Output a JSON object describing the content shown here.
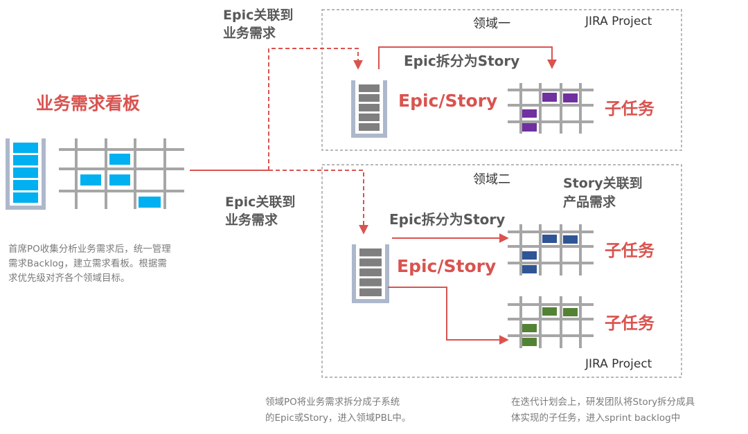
{
  "colors": {
    "accent_red": "#d9534f",
    "dark_text": "#595959",
    "grid_gray": "#a6a6a6",
    "bucket_frame": "#aeb8cb",
    "bucket_bar_gray": "#7f7f7f",
    "card_blue_light": "#00b0f0",
    "card_purple": "#7030a0",
    "card_blue_dark": "#2f5597",
    "card_green": "#548235",
    "box_border": "#8c8c8c"
  },
  "left_board": {
    "title": "业务需求看板",
    "description": "首席PO收集分析业务需求后，统一管理需求Backlog，建立需求看板。根据需求优先级对齐各个领域目标。",
    "icons": [
      "backlog-bucket-icon",
      "kanban-board-icon"
    ]
  },
  "connectors": {
    "top_link_label_line1": "Epic关联到",
    "top_link_label_line2": "业务需求",
    "bottom_link_label_line1": "Epic关联到",
    "bottom_link_label_line2": "业务需求"
  },
  "domains": [
    {
      "title": "领域一",
      "project_label": "JIRA Project",
      "split_label": "Epic拆分为Story",
      "backlog_label": "Epic/Story",
      "boards": [
        {
          "label": "子任务",
          "card_color": "purple"
        }
      ]
    },
    {
      "title": "领域二",
      "project_label": "JIRA Project",
      "split_label": "Epic拆分为Story",
      "backlog_label": "Epic/Story",
      "story_link_line1": "Story关联到",
      "story_link_line2": "产品需求",
      "boards": [
        {
          "label": "子任务",
          "card_color": "dark-blue"
        },
        {
          "label": "子任务",
          "card_color": "green"
        }
      ]
    }
  ],
  "footer_notes": {
    "domain_po_line1": "领域PO将业务需求拆分成子系统",
    "domain_po_line2": "的Epic或Story，进入领域PBL中。",
    "sprint_line1": "在迭代计划会上，研发团队将Story拆分成具",
    "sprint_line2": "体实现的子任务，进入sprint backlog中"
  }
}
